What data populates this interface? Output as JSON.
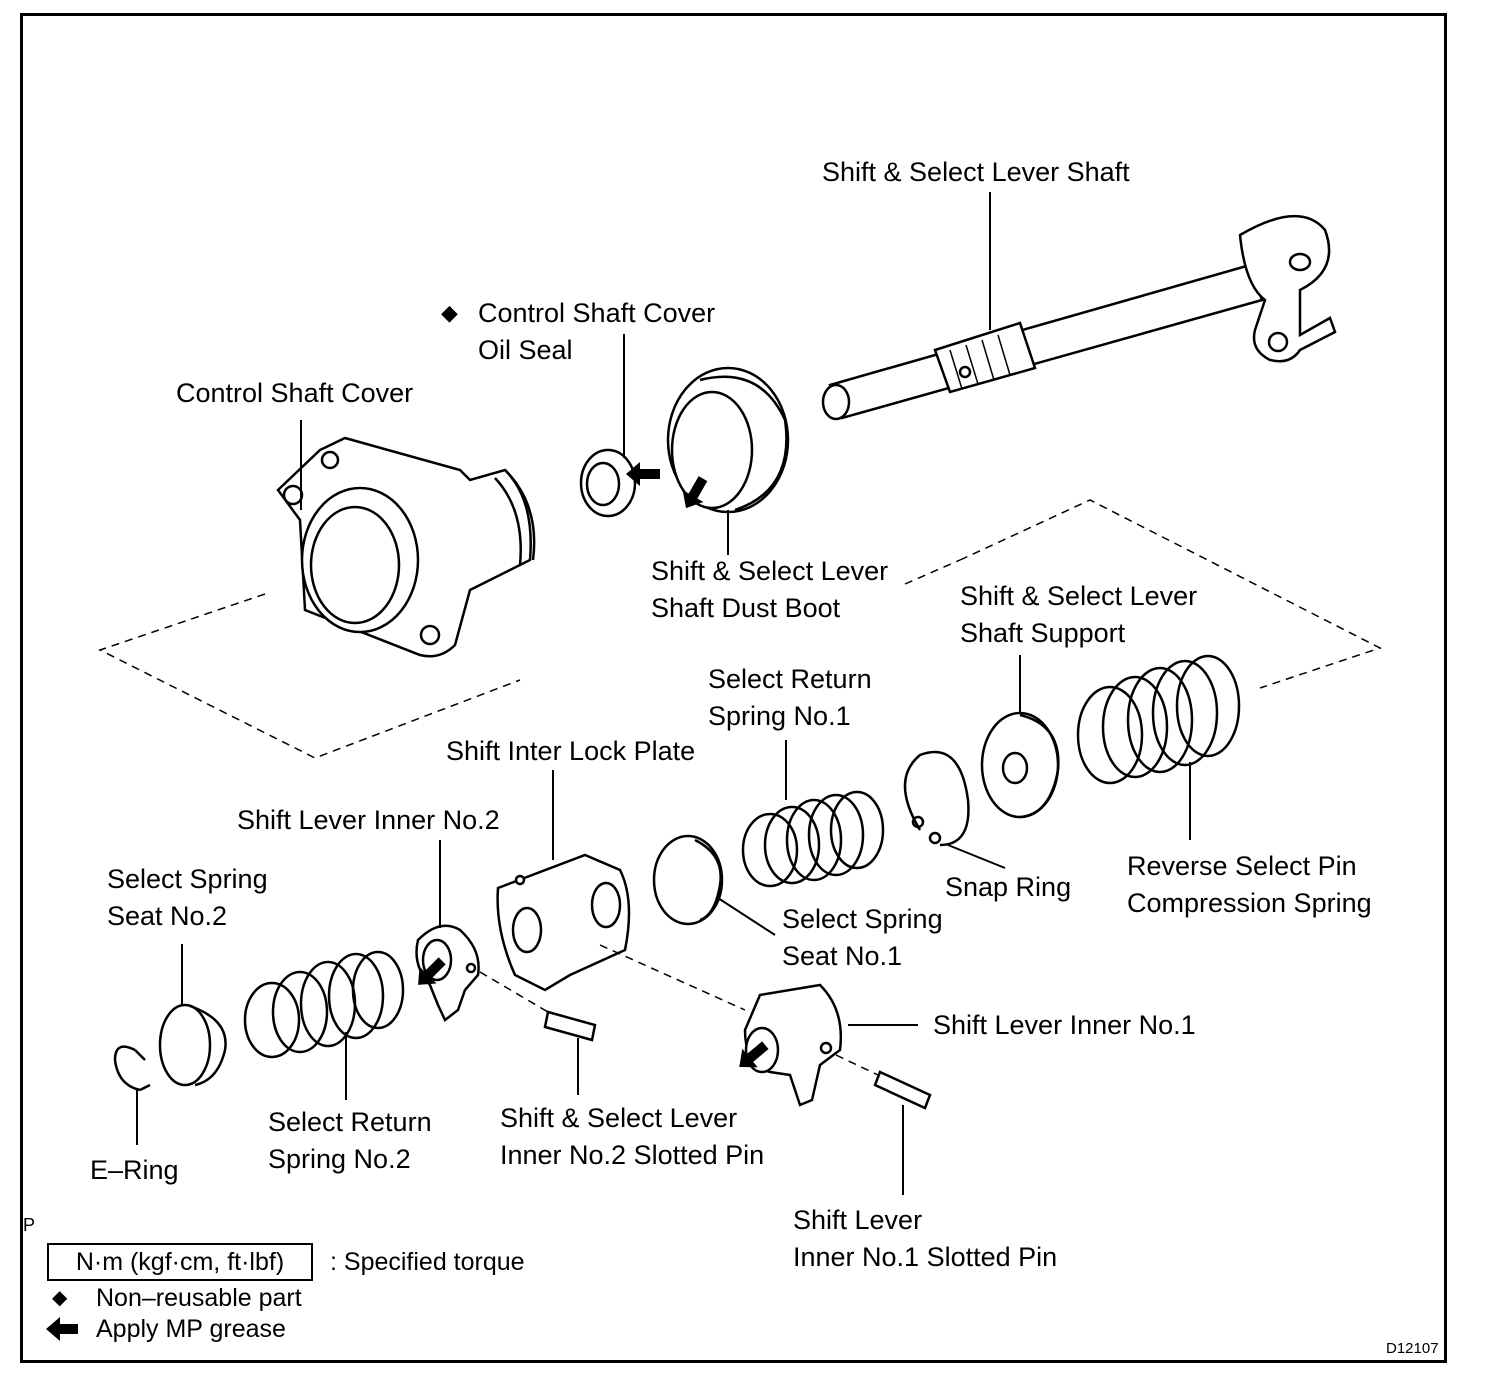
{
  "labels": {
    "shift_select_lever_shaft": "Shift & Select Lever Shaft",
    "control_shaft_cover_oil_seal_l1": "Control Shaft Cover",
    "control_shaft_cover_oil_seal_l2": "Oil Seal",
    "control_shaft_cover": "Control Shaft Cover",
    "dust_boot_l1": "Shift & Select Lever",
    "dust_boot_l2": "Shaft Dust Boot",
    "shaft_support_l1": "Shift & Select Lever",
    "shaft_support_l2": "Shaft Support",
    "select_return_spring_1_l1": "Select Return",
    "select_return_spring_1_l2": "Spring No.1",
    "shift_inter_lock_plate": "Shift Inter Lock Plate",
    "shift_lever_inner_2": "Shift Lever Inner No.2",
    "select_spring_seat_2_l1": "Select Spring",
    "select_spring_seat_2_l2": "Seat No.2",
    "snap_ring": "Snap Ring",
    "reverse_select_pin_spring_l1": "Reverse Select Pin",
    "reverse_select_pin_spring_l2": "Compression Spring",
    "select_spring_seat_1_l1": "Select Spring",
    "select_spring_seat_1_l2": "Seat No.1",
    "shift_lever_inner_1": "Shift Lever Inner No.1",
    "select_return_spring_2_l1": "Select Return",
    "select_return_spring_2_l2": "Spring No.2",
    "inner_2_slotted_pin_l1": "Shift & Select Lever",
    "inner_2_slotted_pin_l2": "Inner No.2 Slotted Pin",
    "e_ring": "E–Ring",
    "inner_1_slotted_pin_l1": "Shift Lever",
    "inner_1_slotted_pin_l2": "Inner No.1 Slotted Pin"
  },
  "legend": {
    "corner_mark": "P",
    "torque_box": "N·m (kgf·cm, ft·lbf)",
    "torque_text": ": Specified torque",
    "non_reusable_symbol": "◆",
    "non_reusable_text": "Non–reusable part",
    "grease_text": "Apply MP grease"
  },
  "figure_id": "D12107"
}
